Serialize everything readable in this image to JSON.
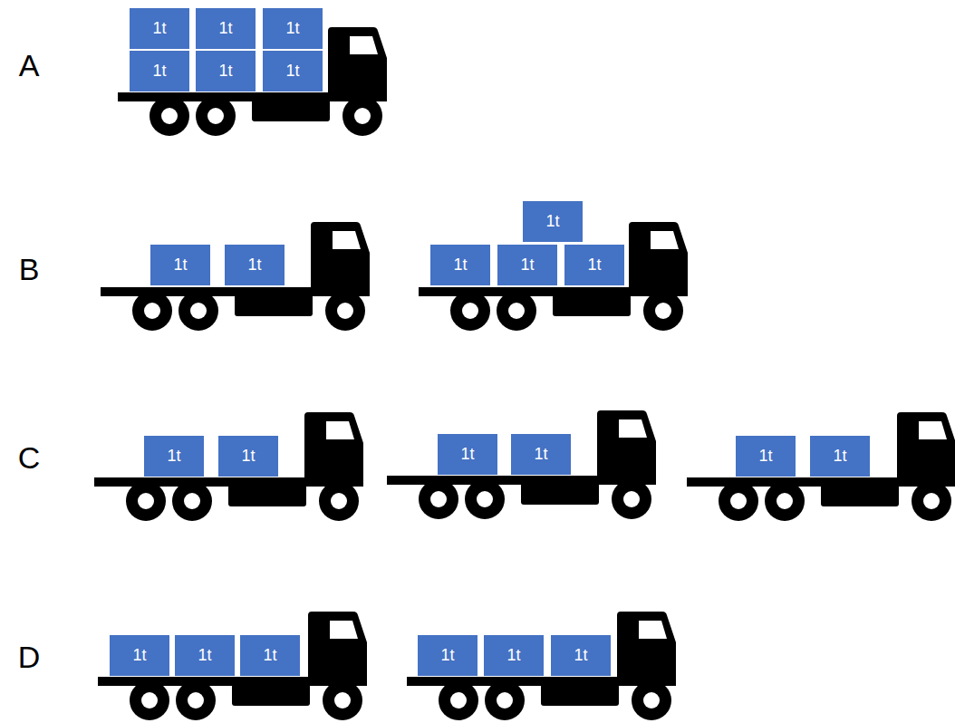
{
  "diagram": {
    "nodes": [
      {
        "text": [
          "1t"
        ]
      },
      {
        "text": [
          "1t"
        ]
      },
      {
        "text": [
          "1t"
        ]
      },
      {
        "text": [
          "1t"
        ]
      },
      {
        "text": [
          "1t"
        ]
      },
      {
        "text": [
          "1t"
        ]
      },
      {
        "text": [
          "1t"
        ]
      },
      {
        "text": [
          "1t"
        ]
      },
      {
        "text": [
          "1t"
        ]
      },
      {
        "text": [
          "1t"
        ]
      },
      {
        "text": [
          "1t"
        ]
      },
      {
        "text": [
          "1t"
        ]
      },
      {
        "text": [
          "1t"
        ]
      },
      {
        "text": [
          "1t"
        ]
      },
      {
        "text": [
          "1t"
        ]
      },
      {
        "text": [
          "1t"
        ]
      },
      {
        "text": [
          "1t"
        ]
      },
      {
        "text": [
          "1t"
        ]
      },
      {
        "text": [
          "1t"
        ]
      },
      {
        "text": [
          "1t"
        ]
      },
      {
        "text": [
          "1t"
        ]
      },
      {
        "text": [
          "1t"
        ]
      },
      {
        "text": [
          "1t"
        ]
      },
      {
        "text": [
          "1t"
        ]
      }
    ],
    "labels": [
      "A",
      "B",
      "C",
      "D"
    ]
  }
}
